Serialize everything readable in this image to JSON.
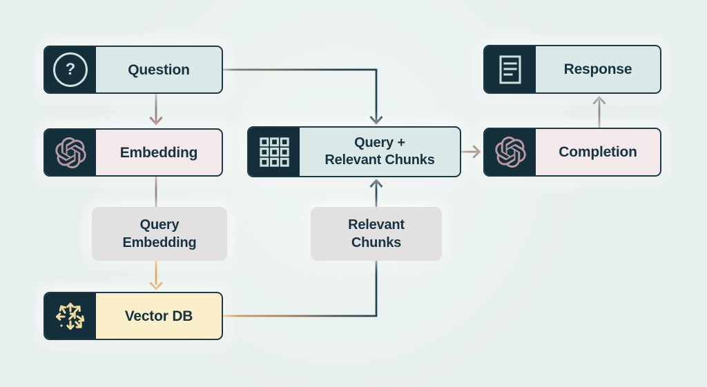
{
  "nodes": {
    "question": {
      "label": "Question",
      "icon": "question-mark-icon"
    },
    "embedding": {
      "label": "Embedding",
      "icon": "openai-logo-icon"
    },
    "query_embedding": {
      "line1": "Query",
      "line2": "Embedding"
    },
    "vector_db": {
      "label": "Vector DB",
      "icon": "vector-arrows-icon"
    },
    "query_chunks": {
      "line1": "Query +",
      "line2": "Relevant Chunks",
      "icon": "grid-icon"
    },
    "relevant_chunks": {
      "line1": "Relevant",
      "line2": "Chunks"
    },
    "completion": {
      "label": "Completion",
      "icon": "openai-logo-icon"
    },
    "response": {
      "label": "Response",
      "icon": "document-icon"
    }
  },
  "edges": [
    {
      "from": "question",
      "to": "embedding",
      "style": "arrow"
    },
    {
      "from": "question",
      "to": "query_chunks",
      "style": "arrow"
    },
    {
      "from": "embedding",
      "to": "query_embedding",
      "style": "line"
    },
    {
      "from": "query_embedding",
      "to": "vector_db",
      "style": "arrow"
    },
    {
      "from": "vector_db",
      "to": "query_chunks",
      "via": "relevant_chunks",
      "style": "arrow"
    },
    {
      "from": "query_chunks",
      "to": "completion",
      "style": "arrow"
    },
    {
      "from": "completion",
      "to": "response",
      "style": "arrow"
    }
  ],
  "colors": {
    "background": "#e9f1ef",
    "node_border": "#1c3944",
    "icon_panel": "#142f3a",
    "teal_body": "#dbe8e8",
    "pink_body": "#f3e8ea",
    "yellow_body": "#faeecb",
    "gray_body": "#e3e0e2",
    "text": "#17333f",
    "icon_light": "#cfe0e0",
    "openai_pink": "#b89aa5",
    "vector_yellow": "#f0dda4",
    "arrow_orange": "#dfa258",
    "arrow_navy": "#24424e",
    "arrow_brown": "#8e7165",
    "arrow_gray": "#80938f"
  }
}
